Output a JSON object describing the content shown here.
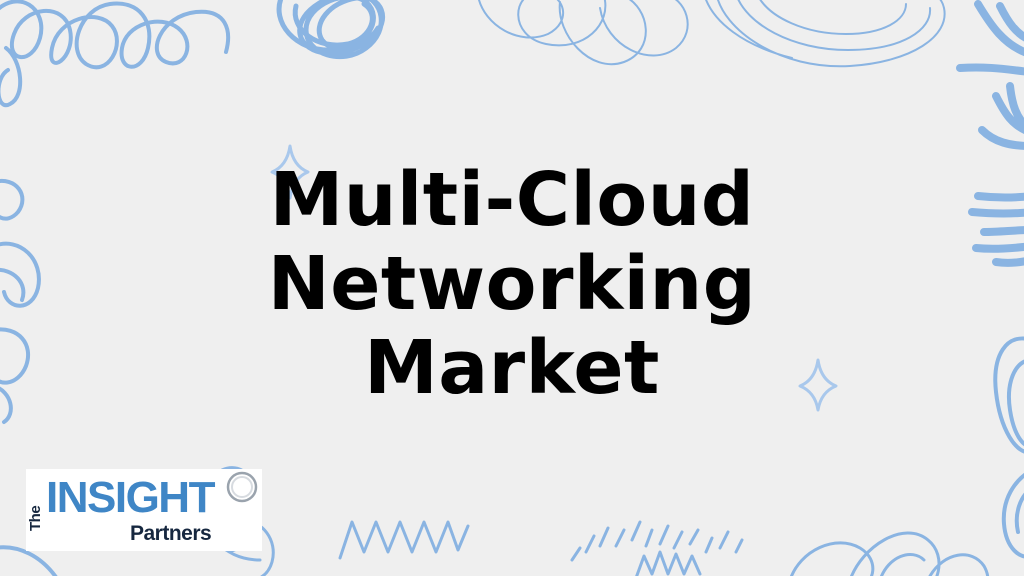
{
  "slide": {
    "title_lines": [
      "Multi-Cloud",
      "Networking",
      "Market"
    ],
    "text_color": "#000000",
    "background_color": "#efefef",
    "doodle_color": "#8ab4e2",
    "sparkle_color": "#a9c8ec"
  },
  "logo": {
    "the": "The",
    "insight": "INSIGHT",
    "partners": "Partners",
    "brand_blue": "#3f86c6",
    "brand_navy": "#16273f"
  }
}
